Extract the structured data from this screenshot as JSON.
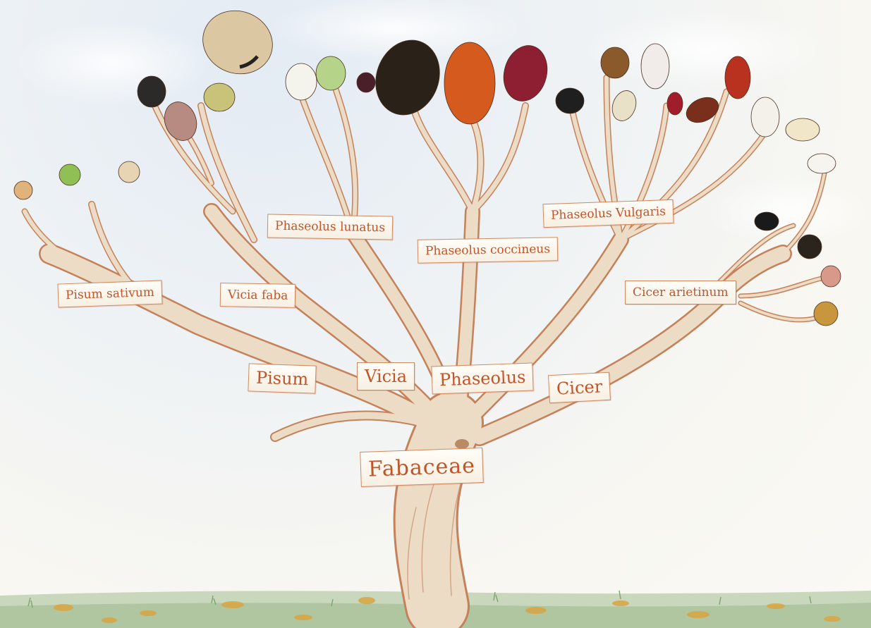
{
  "diagram": {
    "family": "Fabaceae",
    "genera": [
      "Pisum",
      "Vicia",
      "Phaseolus",
      "Cicer"
    ],
    "species": [
      {
        "genus": "Pisum",
        "name": "Pisum sativum"
      },
      {
        "genus": "Vicia",
        "name": "Vicia faba"
      },
      {
        "genus": "Phaseolus",
        "name": "Phaseolus lunatus"
      },
      {
        "genus": "Phaseolus",
        "name": "Phaseolus coccineus"
      },
      {
        "genus": "Phaseolus",
        "name": "Phaseolus Vulgaris"
      },
      {
        "genus": "Cicer",
        "name": "Cicer arietinum"
      }
    ]
  },
  "colors": {
    "ink": "#c0552a",
    "bark": "#ead9c2",
    "bark_outline": "#c4815a",
    "sky": "#e3ebf4",
    "grass": "#9bb98a",
    "leaves": "#d9a441"
  }
}
